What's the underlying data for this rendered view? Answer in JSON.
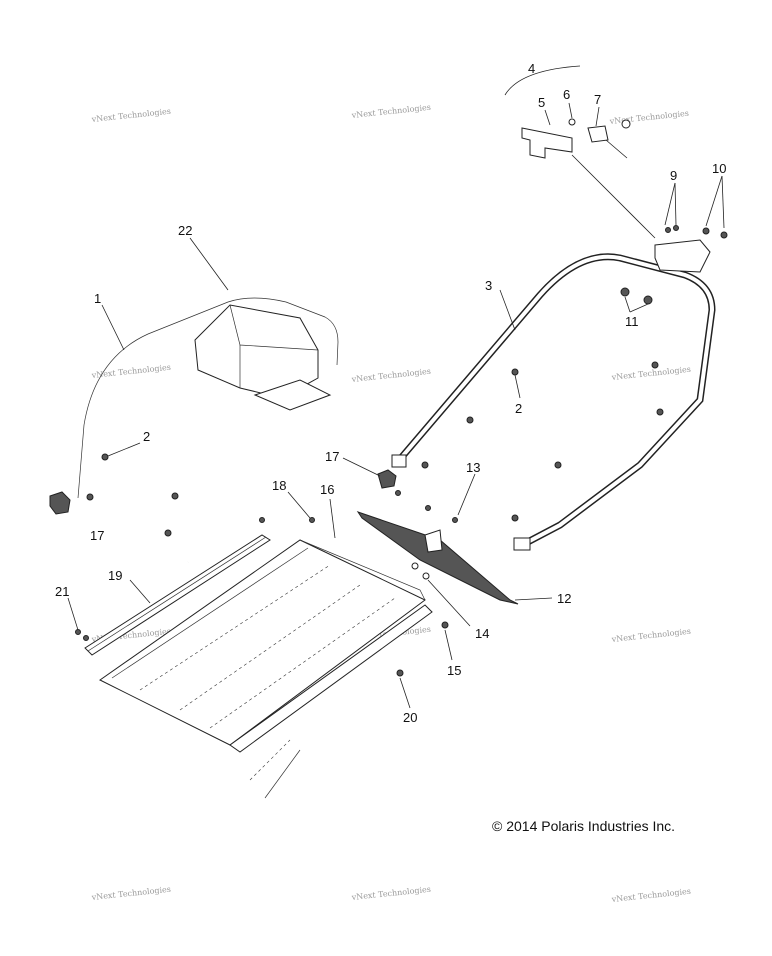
{
  "copyright": "© 2014 Polaris Industries Inc.",
  "watermark_text": "vNext Technologies",
  "callouts": [
    {
      "id": "c1",
      "label": "1"
    },
    {
      "id": "c2a",
      "label": "2"
    },
    {
      "id": "c2b",
      "label": "2"
    },
    {
      "id": "c3",
      "label": "3"
    },
    {
      "id": "c4",
      "label": "4"
    },
    {
      "id": "c5",
      "label": "5"
    },
    {
      "id": "c6",
      "label": "6"
    },
    {
      "id": "c7",
      "label": "7"
    },
    {
      "id": "c9",
      "label": "9"
    },
    {
      "id": "c10",
      "label": "10"
    },
    {
      "id": "c11",
      "label": "11"
    },
    {
      "id": "c12",
      "label": "12"
    },
    {
      "id": "c13",
      "label": "13"
    },
    {
      "id": "c14",
      "label": "14"
    },
    {
      "id": "c15",
      "label": "15"
    },
    {
      "id": "c16",
      "label": "16"
    },
    {
      "id": "c17a",
      "label": "17"
    },
    {
      "id": "c17b",
      "label": "17"
    },
    {
      "id": "c18",
      "label": "18"
    },
    {
      "id": "c19",
      "label": "19"
    },
    {
      "id": "c20",
      "label": "20"
    },
    {
      "id": "c21",
      "label": "21"
    },
    {
      "id": "c22",
      "label": "22"
    }
  ]
}
